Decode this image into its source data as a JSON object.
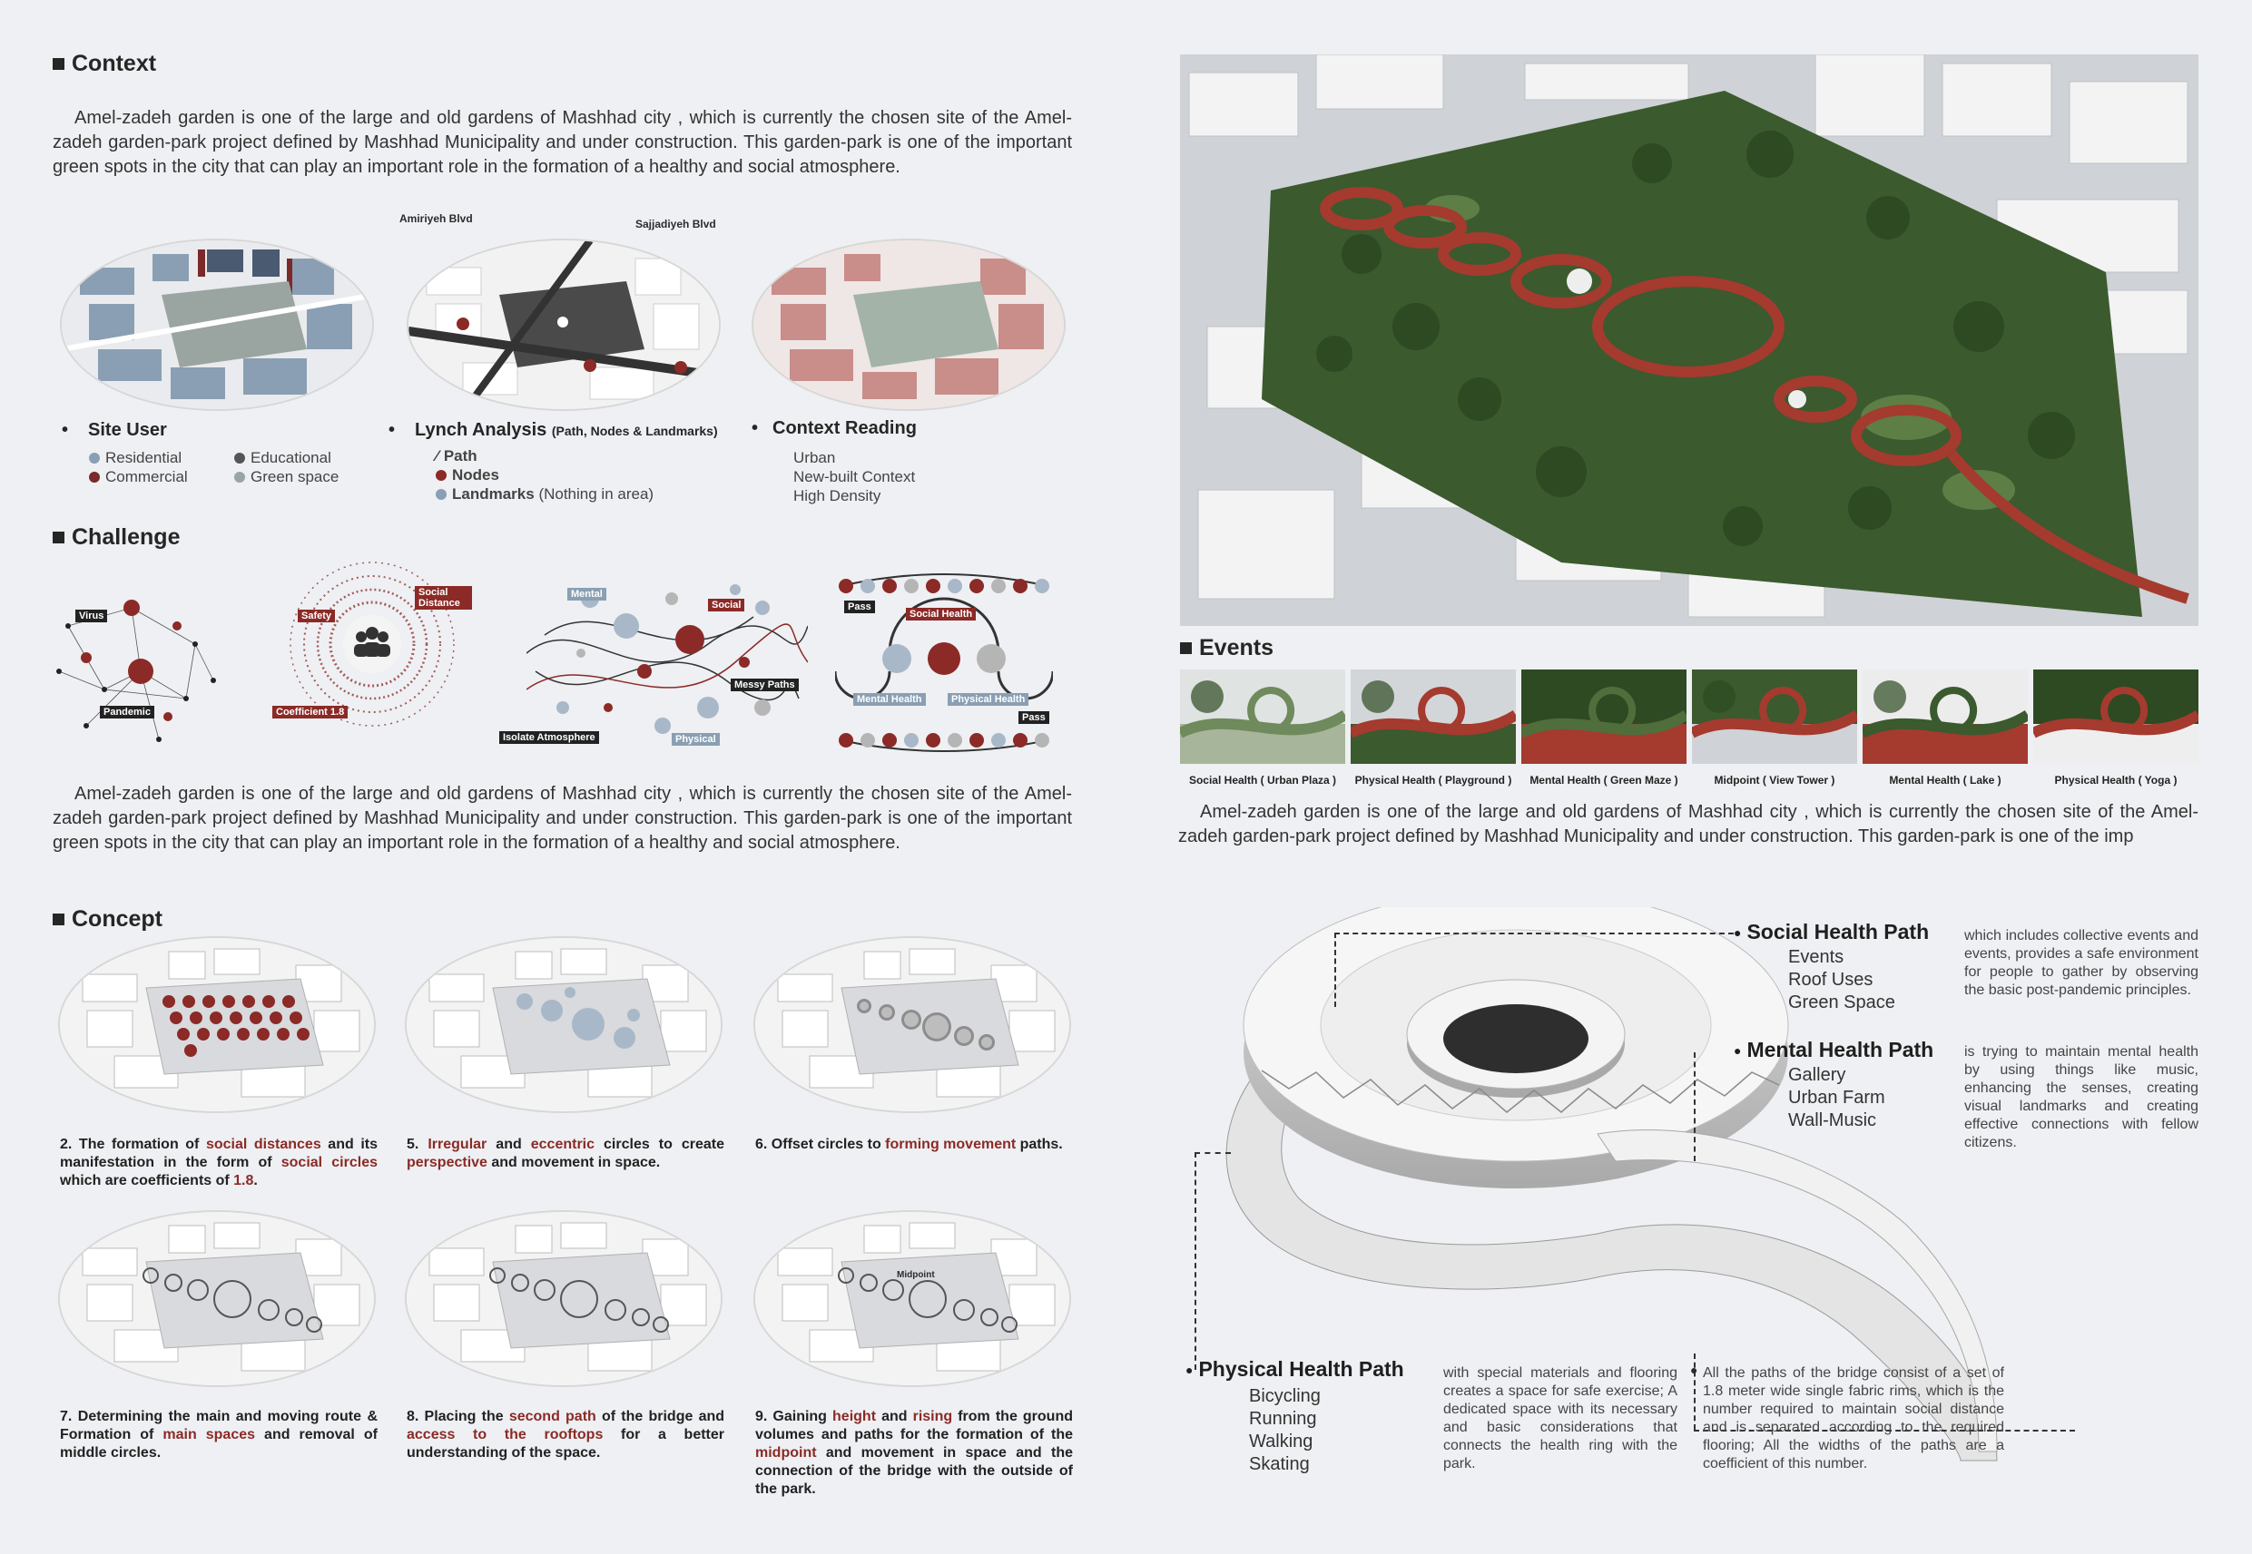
{
  "context": {
    "title": "Context",
    "paragraph": "Amel-zadeh garden is one of the large and old gardens of Mashhad city , which is currently the chosen site of the Amel-zadeh garden-park project defined by Mashhad Municipality and under construction. This garden-park is one of the important green spots in the city that can play an important role in the formation of a healthy and social atmosphere.",
    "road1": "Amiriyeh Blvd",
    "road2": "Sajjadiyeh Blvd",
    "site_user": {
      "title": "Site User",
      "items": [
        "Residential",
        "Educational",
        "Commercial",
        "Green space"
      ]
    },
    "lynch": {
      "title": "Lynch Analysis",
      "subtitle": "(Path, Nodes & Landmarks)",
      "items": [
        "Path",
        "Nodes",
        "Landmarks"
      ],
      "note": "(Nothing in area)"
    },
    "reading": {
      "title": "Context Reading",
      "items": [
        "Urban",
        "New-built Context",
        "High Density"
      ]
    }
  },
  "challenge": {
    "title": "Challenge",
    "labels": {
      "virus": "Virus",
      "pandemic": "Pandemic",
      "safety": "Safety",
      "social_distance": "Social Distance",
      "coefficient": "Coefficient 1.8",
      "mental": "Mental",
      "social": "Social",
      "messy": "Messy Paths",
      "isolate": "Isolate Atmosphere",
      "physical": "Physical",
      "pass1": "Pass",
      "social_health": "Social Health",
      "mental_health": "Mental Health",
      "physical_health": "Physical Health",
      "pass2": "Pass"
    },
    "paragraph": "Amel-zadeh garden is one of the large and old gardens of Mashhad city , which is currently the chosen site of the Amel-zadeh garden-park project defined by Mashhad Municipality and under construction. This garden-park is one of the important green spots in the city that can play an important role in the formation of a healthy and social atmosphere."
  },
  "concept": {
    "title": "Concept",
    "steps": [
      {
        "pre": "2. The formation of ",
        "h1": "social distances",
        "mid": " and its manifestation in the form of ",
        "h2": "social circles",
        "post": " which are coefficients of ",
        "h3": "1.8",
        "end": "."
      },
      {
        "pre": "5. ",
        "h1": "Irregular",
        "mid": " and ",
        "h2": "eccentric",
        "post": " circles to create ",
        "h3": "perspective",
        "end": " and movement in space."
      },
      {
        "pre": "6. Offset circles to ",
        "h1": "forming movement",
        "mid": " paths.",
        "h2": "",
        "post": "",
        "h3": "",
        "end": ""
      },
      {
        "pre": "7. Determining the main and moving route & Formation of ",
        "h1": "main spaces",
        "mid": " and removal of middle circles.",
        "h2": "",
        "post": "",
        "h3": "",
        "end": ""
      },
      {
        "pre": "8. Placing the ",
        "h1": "second path",
        "mid": " of the bridge and ",
        "h2": "access to the rooftops",
        "post": " for a better understanding of the space.",
        "h3": "",
        "end": ""
      },
      {
        "pre": "9. Gaining ",
        "h1": "height",
        "mid": " and ",
        "h2": "rising",
        "post": " from the ground volumes and paths for the formation of the ",
        "h3": "midpoint",
        "end": " and movement in space and the connection of the bridge with the outside of the park."
      }
    ],
    "midpoint_label": "Midpoint"
  },
  "events": {
    "title": "Events",
    "items": [
      "Social Health ( Urban Plaza )",
      "Physical Health ( Playground )",
      "Mental Health ( Green Maze )",
      "Midpoint ( View Tower )",
      "Mental Health ( Lake )",
      "Physical Health ( Yoga )"
    ],
    "paragraph": "Amel-zadeh garden is one of the large and old gardens of Mashhad city , which is currently the chosen site of the Amel-zadeh garden-park project defined by Mashhad Municipality and under construction. This garden-park is one of the imp"
  },
  "paths": {
    "social": {
      "title": "Social Health Path",
      "items": [
        "Events",
        "Roof Uses",
        "Green Space"
      ],
      "desc": "which includes collective events and events, provides a safe environment for people to gather by observing the basic post-pandemic principles."
    },
    "mental": {
      "title": "Mental Health Path",
      "items": [
        "Gallery",
        "Urban Farm",
        "Wall-Music"
      ],
      "desc": "is trying to maintain mental health by using things like music, enhancing the senses, creating visual landmarks and creating effective connections with fellow citizens."
    },
    "physical": {
      "title": "Physical Health Path",
      "items": [
        "Bicycling",
        "Running",
        "Walking",
        "Skating"
      ],
      "desc": "with special materials and flooring creates a space for safe exercise; A dedicated space with its necessary and basic considerations that connects the health ring with the park."
    },
    "note": "All the paths of the bridge consist of a set of 1.8 meter wide single fabric rims, which is the number required to maintain social distance and is separated according to the required flooring; All the widths of the paths are a coefficient of this number."
  },
  "colors": {
    "accent_red": "#8b2a26",
    "residential": "#8a9fb3",
    "commercial": "#7a2a2a",
    "educational": "#555555",
    "green_space": "#9aa4a0",
    "park_green": "#3b5a2e",
    "path_red": "#a53a2f"
  }
}
